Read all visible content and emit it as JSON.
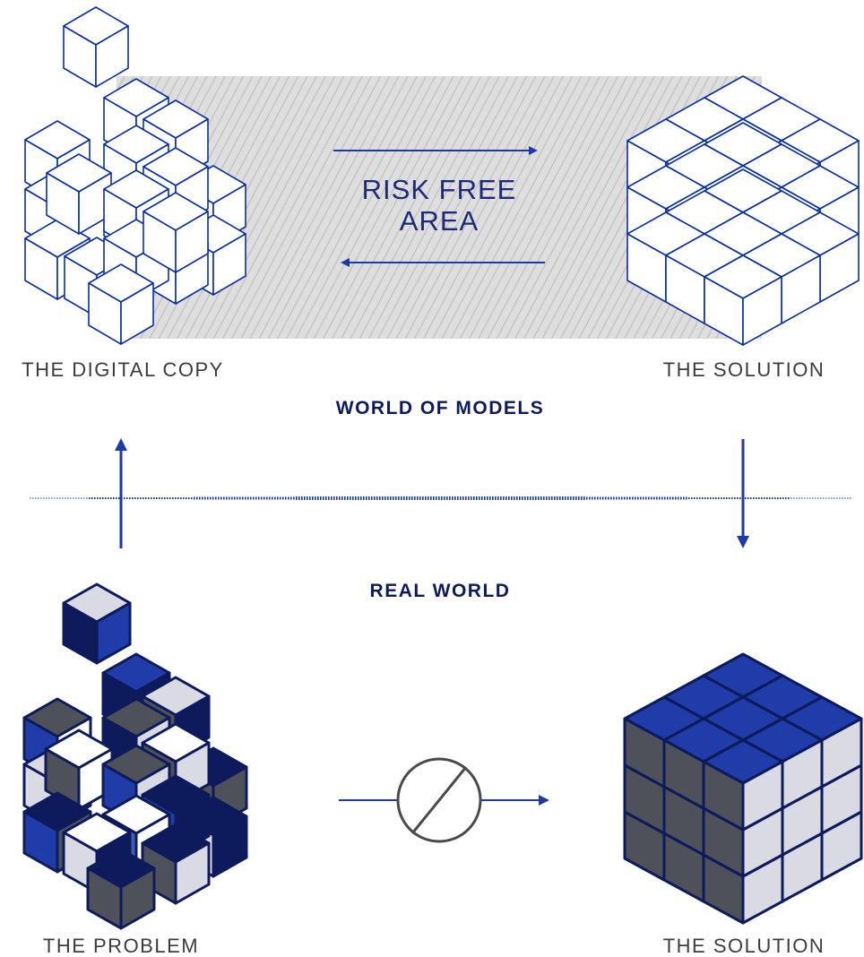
{
  "labels": {
    "risk_free_line1": "RISK FREE",
    "risk_free_line2": "AREA",
    "digital_copy": "THE DIGITAL COPY",
    "solution_top": "THE SOLUTION",
    "world_of_models": "WORLD OF MODELS",
    "real_world": "REAL WORLD",
    "problem": "THE PROBLEM",
    "solution_bottom": "THE SOLUTION"
  },
  "colors": {
    "outline": "#0b2fa0",
    "navy": "#0d1a5c",
    "arrow": "#1f3aa8",
    "label_grey": "#3c3c3c",
    "blue_face": "#1f3ca8",
    "light_face": "#d9dae3",
    "dark_face": "#4e5159",
    "hatch_bg": "#dcdcdc"
  },
  "icons": {
    "blocked": "prohibited-circle-icon"
  }
}
